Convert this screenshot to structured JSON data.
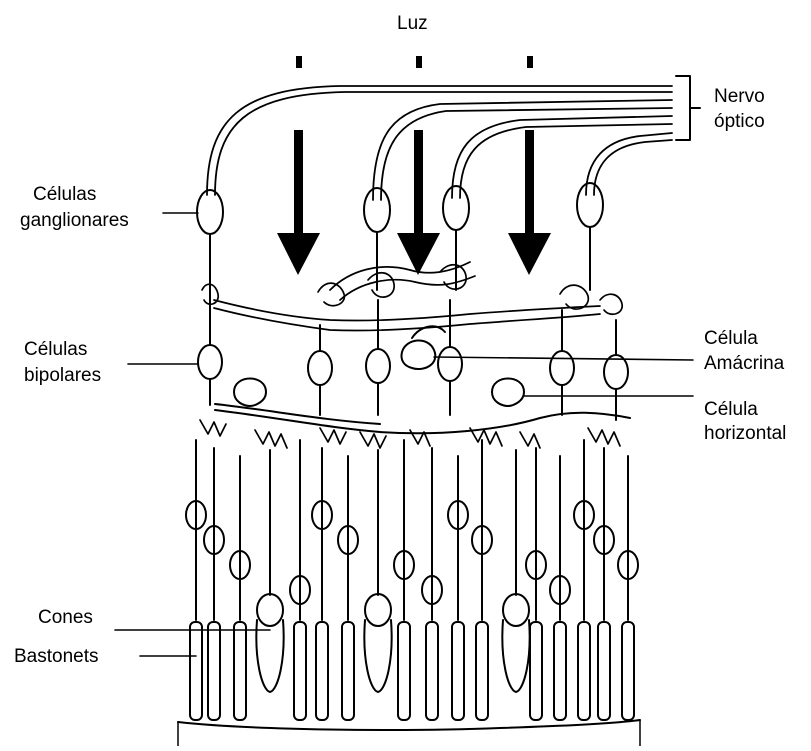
{
  "diagram": {
    "title": "Luz",
    "labels": {
      "nervo_line1": "Nervo",
      "nervo_line2": "óptico",
      "ganglionares_line1": "Células",
      "ganglionares_line2": "ganglionares",
      "bipolares_line1": "Células",
      "bipolares_line2": "bipolares",
      "amacrina_line1": "Célula",
      "amacrina_line2": "Amácrina",
      "horizontal_line1": "Célula",
      "horizontal_line2": "horizontal",
      "cones": "Cones",
      "bastonets": "Bastonets"
    },
    "light_arrows": 3,
    "colors": {
      "ink": "#000000",
      "background": "#ffffff"
    }
  }
}
